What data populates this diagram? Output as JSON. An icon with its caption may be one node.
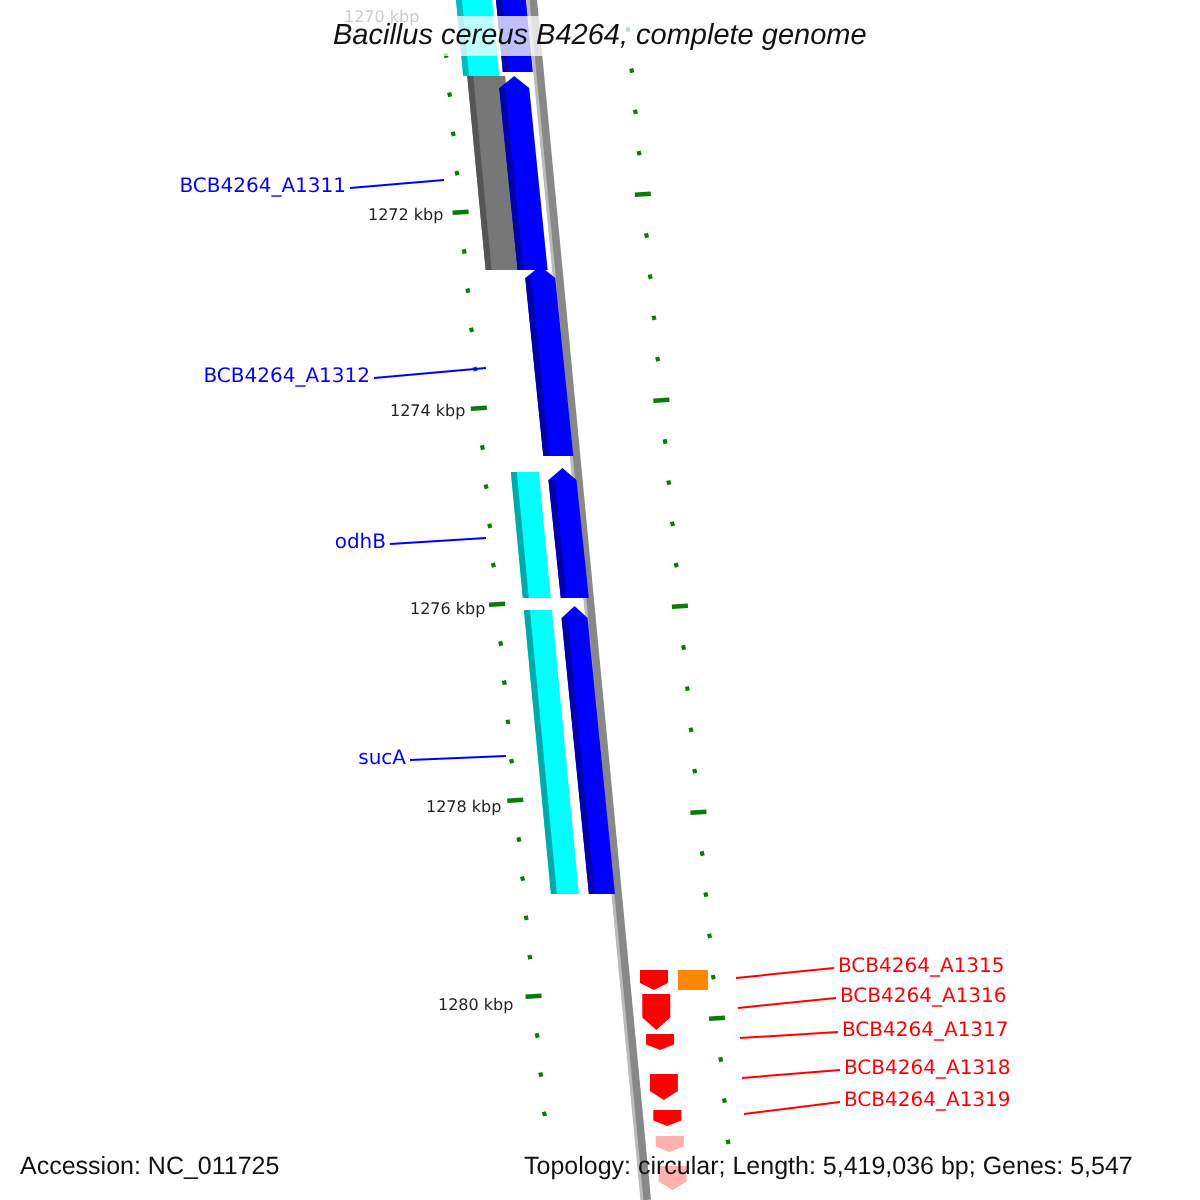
{
  "diagram": {
    "title": "Bacillus cereus B4264, complete genome",
    "nodes": [
      {
        "text": [
          "BCB4264_A1311"
        ]
      },
      {
        "text": [
          "BCB4264_A1312"
        ]
      },
      {
        "text": [
          "odhB"
        ]
      },
      {
        "text": [
          "sucA"
        ]
      },
      {
        "text": [
          "BCB4264_A1315"
        ]
      },
      {
        "text": [
          "BCB4264_A1316"
        ]
      },
      {
        "text": [
          "BCB4264_A1317"
        ]
      },
      {
        "text": [
          "BCB4264_A1318"
        ]
      },
      {
        "text": [
          "BCB4264_A1319"
        ]
      }
    ],
    "edges": [
      {
        "from": 0,
        "to": null,
        "arrow": "none",
        "color": "#0000ff"
      },
      {
        "from": 1,
        "to": null,
        "arrow": "none",
        "color": "#0000ff"
      },
      {
        "from": 2,
        "to": null,
        "arrow": "none",
        "color": "#0000ff"
      },
      {
        "from": 3,
        "to": null,
        "arrow": "none",
        "color": "#0000ff"
      },
      {
        "from": 4,
        "to": null,
        "arrow": "none"
      },
      {
        "from": 5,
        "to": null,
        "arrow": "none"
      },
      {
        "from": 6,
        "to": null,
        "arrow": "none"
      },
      {
        "from": 7,
        "to": null,
        "arrow": "none"
      },
      {
        "from": 8,
        "to": null,
        "arrow": "none"
      }
    ],
    "labels": [
      "1270 kbp",
      "1272 kbp",
      "1274 kbp",
      "1276 kbp",
      "1278 kbp",
      "1280 kbp",
      "Accession: NC_011725",
      "Topology: circular; Length: 5,419,036 bp; Genes: 5,547"
    ]
  }
}
